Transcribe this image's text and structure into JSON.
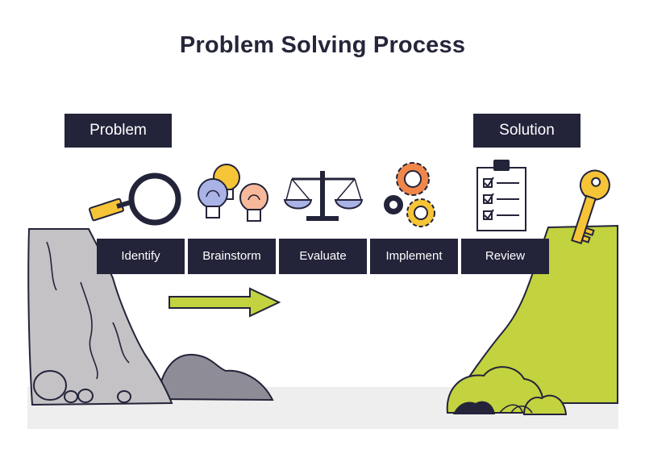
{
  "title": "Problem Solving Process",
  "start_label": "Problem",
  "end_label": "Solution",
  "steps": [
    {
      "label": "Identify",
      "icon": "magnifying-glass-icon"
    },
    {
      "label": "Brainstorm",
      "icon": "lightbulbs-icon"
    },
    {
      "label": "Evaluate",
      "icon": "balance-scale-icon"
    },
    {
      "label": "Implement",
      "icon": "gears-icon"
    },
    {
      "label": "Review",
      "icon": "checklist-clipboard-icon"
    }
  ],
  "colors": {
    "dark": "#23233a",
    "lime": "#c3d23f",
    "rock": "#c4c2c5",
    "shadow_rock": "#8e8d97",
    "gold": "#f6c437",
    "lavender": "#aab3e6",
    "peach": "#f7b99a",
    "orange": "#f0874a"
  },
  "decor": [
    "grey-cliff",
    "green-cliff",
    "green-arrow",
    "gold-key-icon",
    "bushes"
  ]
}
